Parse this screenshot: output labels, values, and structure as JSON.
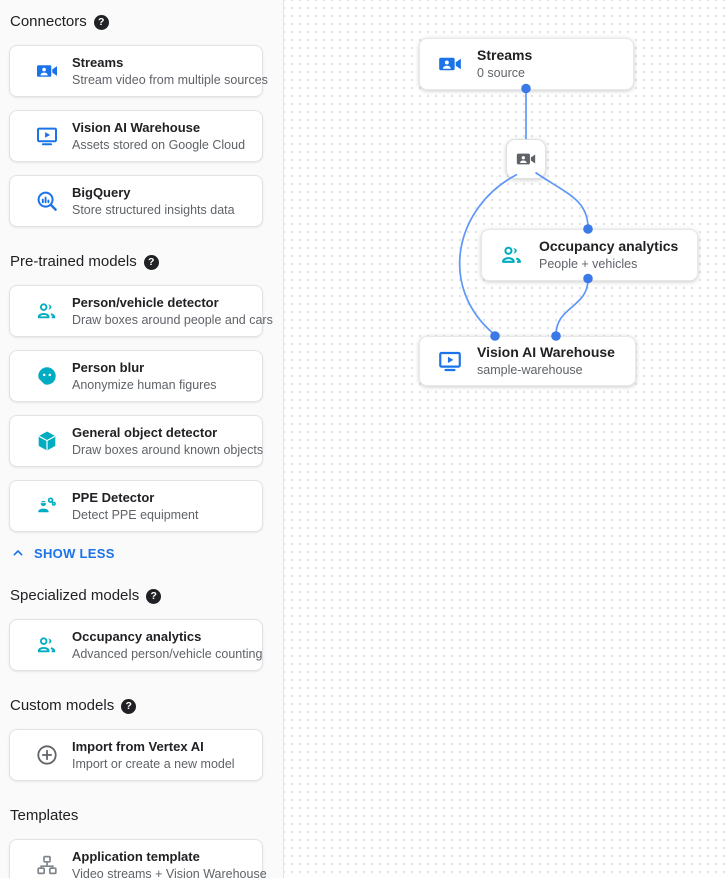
{
  "sidebar": {
    "sections": [
      {
        "title": "Connectors",
        "has_help": true,
        "items": [
          {
            "icon": "video-camera-icon",
            "title": "Streams",
            "desc": "Stream video from multiple sources"
          },
          {
            "icon": "monitor-play-icon",
            "title": "Vision AI Warehouse",
            "desc": "Assets stored on Google Cloud"
          },
          {
            "icon": "bigquery-icon",
            "title": "BigQuery",
            "desc": "Store structured insights data"
          }
        ]
      },
      {
        "title": "Pre-trained models",
        "has_help": true,
        "items": [
          {
            "icon": "people-icon",
            "title": "Person/vehicle detector",
            "desc": "Draw boxes around people and cars"
          },
          {
            "icon": "face-icon",
            "title": "Person blur",
            "desc": "Anonymize human figures"
          },
          {
            "icon": "cube-icon",
            "title": "General object detector",
            "desc": "Draw boxes around known objects"
          },
          {
            "icon": "ppe-icon",
            "title": "PPE Detector",
            "desc": "Detect PPE equipment"
          }
        ]
      },
      {
        "title": "Specialized models",
        "has_help": true,
        "items": [
          {
            "icon": "people-icon",
            "title": "Occupancy analytics",
            "desc": "Advanced person/vehicle counting"
          }
        ]
      },
      {
        "title": "Custom models",
        "has_help": true,
        "items": [
          {
            "icon": "add-circle-icon",
            "title": "Import from Vertex AI",
            "desc": "Import or create a new model"
          }
        ]
      },
      {
        "title": "Templates",
        "has_help": false,
        "items": [
          {
            "icon": "org-tree-icon",
            "title": "Application template",
            "desc": "Video streams + Vision Warehouse"
          }
        ]
      }
    ],
    "show_less_label": "SHOW LESS",
    "help_glyph": "?"
  },
  "canvas": {
    "nodes": {
      "streams": {
        "icon": "video-camera-icon",
        "title": "Streams",
        "subtitle": "0 source"
      },
      "processor": {
        "icon": "video-camera-icon"
      },
      "occupancy": {
        "icon": "people-icon",
        "title": "Occupancy analytics",
        "subtitle": "People + vehicles"
      },
      "warehouse": {
        "icon": "monitor-play-icon",
        "title": "Vision AI Warehouse",
        "subtitle": "sample-warehouse"
      }
    }
  },
  "colors": {
    "connector_blue": "#1a73e8",
    "model_teal": "#00acc1",
    "neutral_gray": "#5f6368",
    "edge_blue": "#5e97f6",
    "port_blue": "#3b78e8",
    "link_blue": "#1a73e8",
    "grid_dot": "#e2e2e2",
    "sidebar_bg": "#fafafa"
  }
}
